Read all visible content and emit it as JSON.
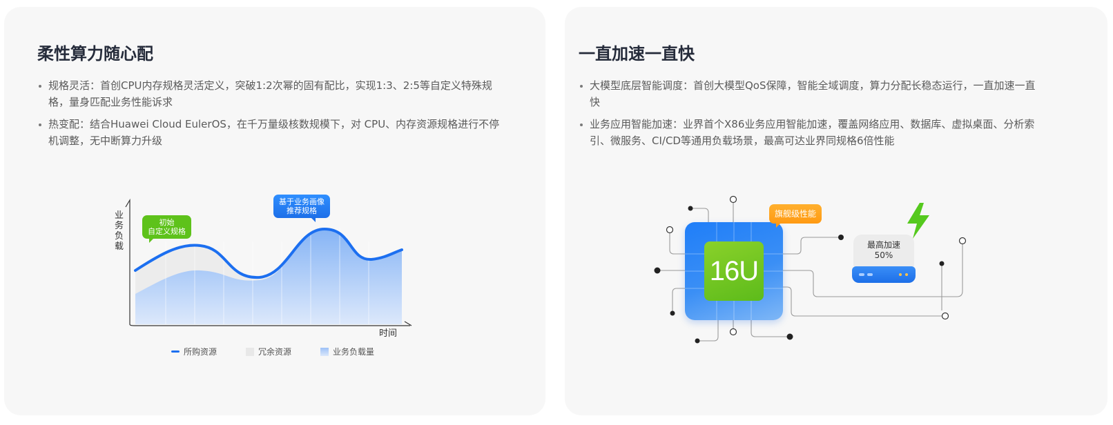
{
  "left_card": {
    "title": "柔性算力随心配",
    "bullets": [
      "规格灵活：首创CPU内存规格灵活定义，突破1:2次幂的固有配比，实现1:3、2:5等自定义特殊规格，量身匹配业务性能诉求",
      "热变配：结合Huawei Cloud EulerOS，在千万量级核数规模下，对 CPU、内存资源规格进行不停机调整，无中断算力升级"
    ],
    "chart": {
      "y_axis_label": "业务负载",
      "x_axis_label": "时间",
      "bubble_initial": "初始\n自定义规格",
      "bubble_recommend": "基于业务画像\n推荐规格",
      "legend": [
        "所购资源",
        "冗余资源",
        "业务负载量"
      ]
    }
  },
  "right_card": {
    "title": "一直加速一直快",
    "bullets": [
      "大模型底层智能调度：首创大模型QoS保障，智能全域调度，算力分配长稳态运行，一直加速一直快",
      "业务应用智能加速：业界首个X86业务应用智能加速，覆盖网络应用、数据库、虚拟桌面、分析索引、微服务、CI/CD等通用负载场景，最高可达业界同规格6倍性能"
    ],
    "illustration": {
      "chip_label": "16U",
      "flag_label": "旗舰级性能",
      "device_line1": "最高加速",
      "device_line2": "50%"
    }
  },
  "colors": {
    "accent_blue": "#1c6ff0",
    "green": "#5ec21b",
    "orange": "#ff9a13",
    "card_bg": "#f7f7f7"
  },
  "icons": [
    "lightning-bolt-icon"
  ]
}
